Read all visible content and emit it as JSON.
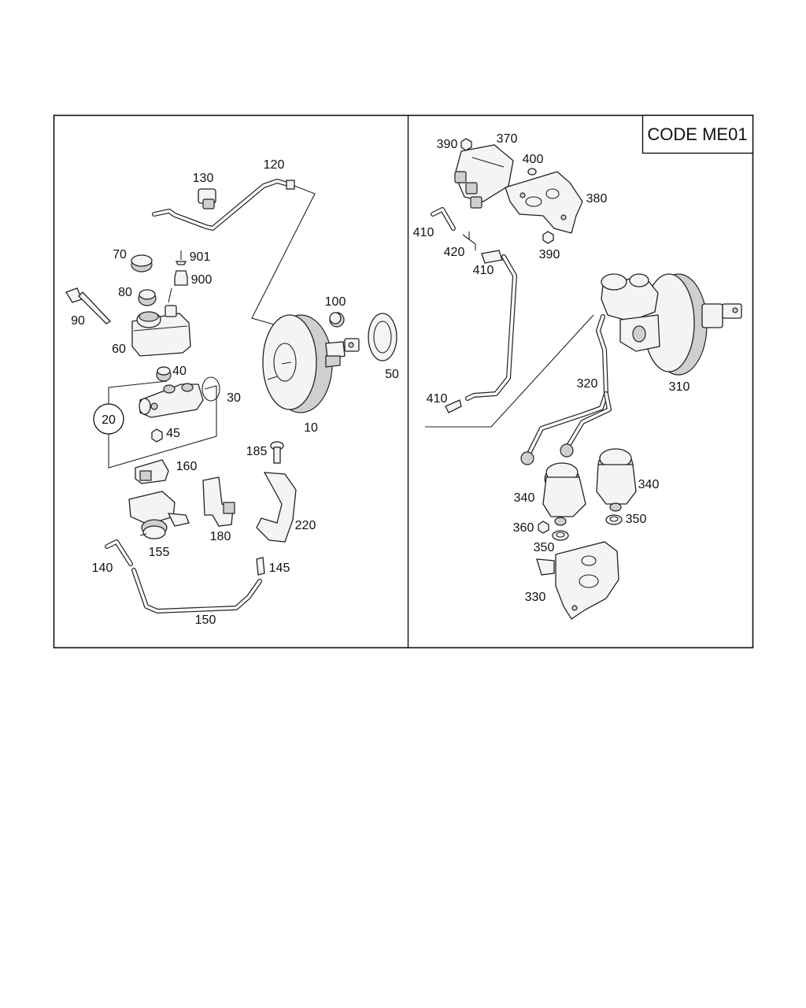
{
  "code_box": {
    "text": "CODE ME01"
  },
  "labels": {
    "l10": "10",
    "l20": "20",
    "l30": "30",
    "l40": "40",
    "l45": "45",
    "l50": "50",
    "l60": "60",
    "l70": "70",
    "l80": "80",
    "l90": "90",
    "l100": "100",
    "l120": "120",
    "l130": "130",
    "l140": "140",
    "l145": "145",
    "l150": "150",
    "l155": "155",
    "l160": "160",
    "l180": "180",
    "l185": "185",
    "l220": "220",
    "l900": "900",
    "l901": "901",
    "l310": "310",
    "l320": "320",
    "l330": "330",
    "l340a": "340",
    "l340b": "340",
    "l350a": "350",
    "l350b": "350",
    "l360": "360",
    "l370": "370",
    "l380": "380",
    "l390a": "390",
    "l390b": "390",
    "l400": "400",
    "l410a": "410",
    "l410b": "410",
    "l410c": "410",
    "l420": "420"
  }
}
